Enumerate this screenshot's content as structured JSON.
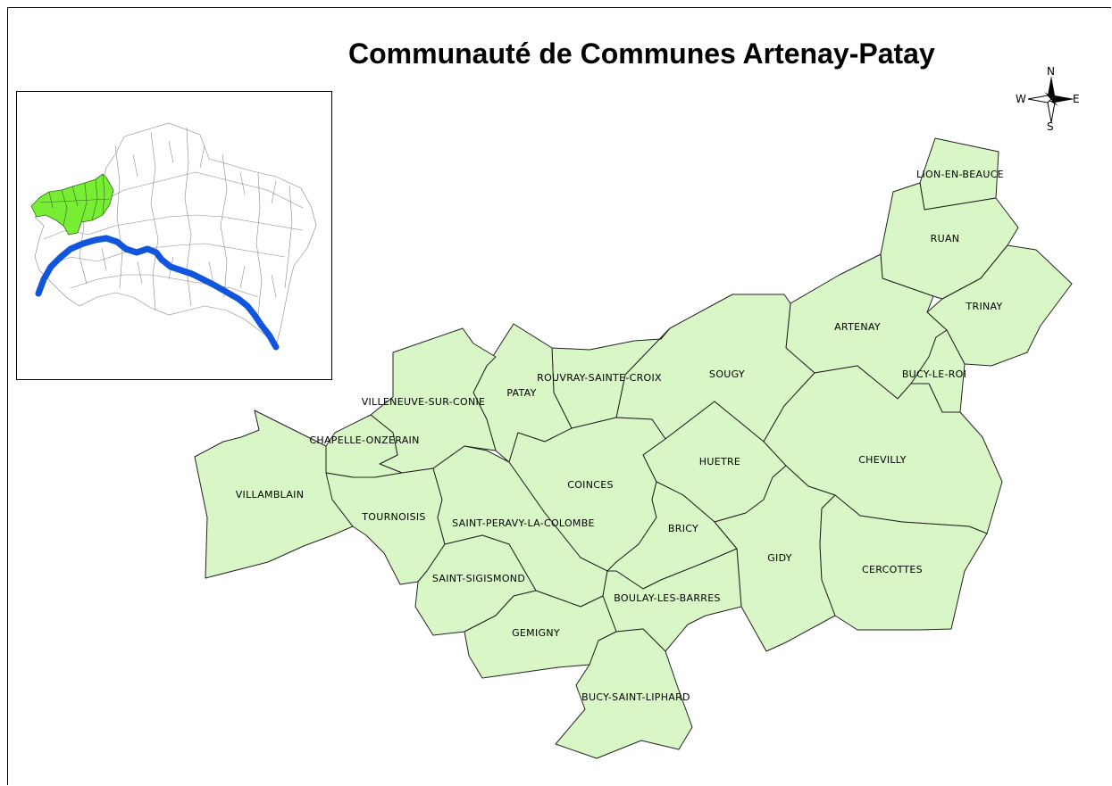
{
  "title": "Communauté de Communes Artenay-Patay",
  "compass": {
    "n": "N",
    "s": "S",
    "e": "E",
    "w": "W"
  },
  "colors": {
    "commune_fill": "#d9f7c6",
    "inset_highlight": "#77ee33",
    "river": "#1155dd"
  },
  "communes": [
    {
      "name": "LION-EN-BEAUCE"
    },
    {
      "name": "RUAN"
    },
    {
      "name": "TRINAY"
    },
    {
      "name": "ARTENAY"
    },
    {
      "name": "BUCY-LE-ROI"
    },
    {
      "name": "SOUGY"
    },
    {
      "name": "ROUVRAY-SAINTE-CROIX"
    },
    {
      "name": "PATAY"
    },
    {
      "name": "VILLENEUVE-SUR-CONIE"
    },
    {
      "name": "CHAPELLE-ONZERAIN"
    },
    {
      "name": "VILLAMBLAIN"
    },
    {
      "name": "TOURNOISIS"
    },
    {
      "name": "COINCES"
    },
    {
      "name": "HUETRE"
    },
    {
      "name": "CHEVILLY"
    },
    {
      "name": "SAINT-PERAVY-LA-COLOMBE"
    },
    {
      "name": "BRICY"
    },
    {
      "name": "GIDY"
    },
    {
      "name": "CERCOTTES"
    },
    {
      "name": "SAINT-SIGISMOND"
    },
    {
      "name": "BOULAY-LES-BARRES"
    },
    {
      "name": "GEMIGNY"
    },
    {
      "name": "BUCY-SAINT-LIPHARD"
    }
  ]
}
